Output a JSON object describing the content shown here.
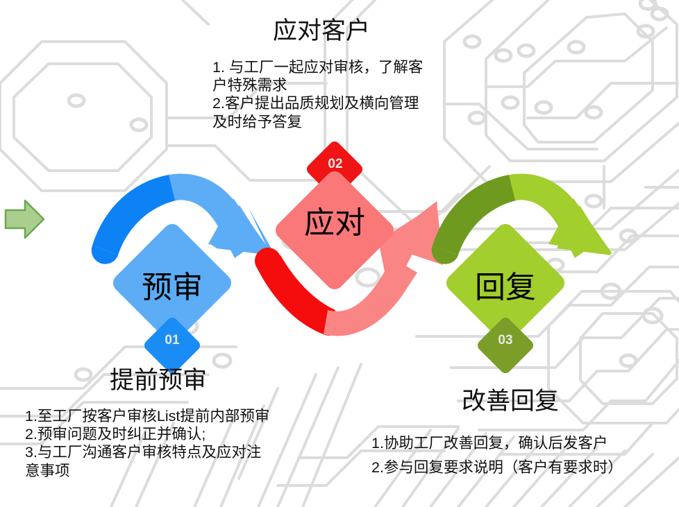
{
  "slide": {
    "background_color": "#ffffff",
    "pattern": "circuit-board-pattern"
  },
  "entry_marker": {
    "icon": "right-arrow-icon",
    "fill": "#A9CE8E",
    "stroke": "#6AA84F"
  },
  "steps": [
    {
      "number": "01",
      "shape_label": "预审",
      "diamond_color": "#5CADF5",
      "badge_color": "#1A8CF5",
      "arrow_dark": "#0C82F5",
      "arrow_light": "#5CADF5",
      "heading": "提前预审",
      "body": "1.至工厂按客户审核List提前内部预审\n2.预审问题及时纠正并确认;\n3.与工厂沟通客户审核特点及应对注意事项"
    },
    {
      "number": "02",
      "shape_label": "应对",
      "diamond_color": "#FA7878",
      "badge_color": "#F01414",
      "arrow_dark": "#F50C0C",
      "arrow_light": "#FA8585",
      "heading": "应对客户",
      "body": "1. 与工厂一起应对审核，了解客户特殊需求\n2.客户提出品质规划及横向管理及时给予答复"
    },
    {
      "number": "03",
      "shape_label": "回复",
      "diamond_color": "#A2CE2E",
      "badge_color": "#7A9E28",
      "arrow_dark": "#6E9A20",
      "arrow_light": "#A2CE2E",
      "heading": "改善回复",
      "body": "1.协助工厂改善回复，确认后发客户\n2.参与回复要求说明（客户有要求时）"
    }
  ],
  "top_block": {
    "title": "应对客户",
    "line1": "1. 与工厂一起应对审核，了解客",
    "line2": "户特殊需求",
    "line3": "2.客户提出品质规划及横向管理",
    "line4": "及时给予答复"
  },
  "bottom_left_block": {
    "title": "提前预审",
    "line1": "1.至工厂按客户审核List提前内部预审",
    "line2": "2.预审问题及时纠正并确认;",
    "line3": "3.与工厂沟通客户审核特点及应对注",
    "line4": "意事项"
  },
  "bottom_right_block": {
    "title": "改善回复",
    "line1": "1.协助工厂改善回复，确认后发客户",
    "line2": "2.参与回复要求说明（客户有要求时）"
  },
  "diamond_labels": {
    "one": "预审",
    "two": "应对",
    "three": "回复"
  },
  "badge_numbers": {
    "one": "01",
    "two": "02",
    "three": "03"
  }
}
